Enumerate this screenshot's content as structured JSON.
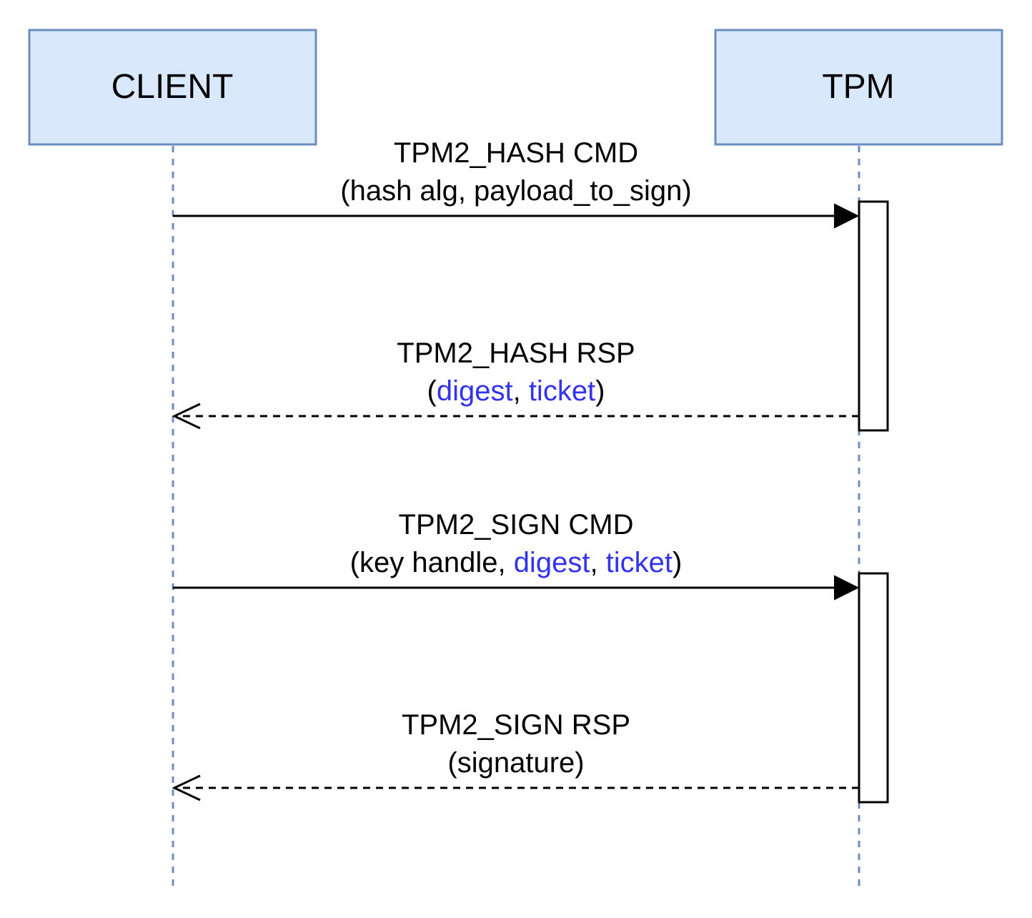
{
  "participants": {
    "client": {
      "label": "CLIENT"
    },
    "tpm": {
      "label": "TPM"
    }
  },
  "messages": [
    {
      "title": "TPM2_HASH CMD",
      "params": [
        {
          "text": "hash alg",
          "highlight": false
        },
        {
          "text": "payload_to_sign",
          "highlight": false
        }
      ]
    },
    {
      "title": "TPM2_HASH RSP",
      "params": [
        {
          "text": "digest",
          "highlight": true
        },
        {
          "text": "ticket",
          "highlight": true
        }
      ]
    },
    {
      "title": "TPM2_SIGN CMD",
      "params": [
        {
          "text": "key handle",
          "highlight": false
        },
        {
          "text": "digest",
          "highlight": true
        },
        {
          "text": "ticket",
          "highlight": true
        }
      ]
    },
    {
      "title": "TPM2_SIGN RSP",
      "params": [
        {
          "text": "signature",
          "highlight": false
        }
      ]
    }
  ],
  "colors": {
    "participant_fill": "#dae8fc",
    "participant_stroke": "#6c8ebf",
    "highlight_text": "#3333ee"
  }
}
